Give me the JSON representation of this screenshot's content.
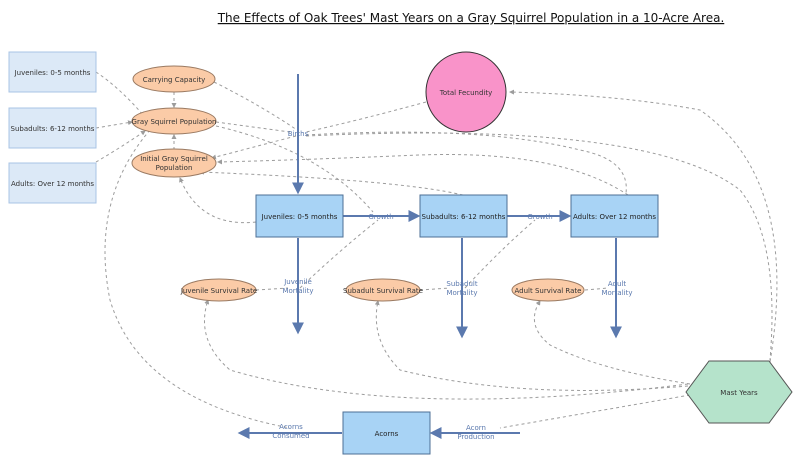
{
  "title": "The Effects of Oak Trees' Mast Years on a Gray Squirrel Population in a 10-Acre Area.",
  "inputs": {
    "juveniles": "Juveniles: 0-5 months",
    "subadults": "Subadults: 6-12 months",
    "adults": "Adults: Over 12 months"
  },
  "converters": {
    "carrying_capacity": "Carrying Capacity",
    "gray_squirrel_population": "Gray Squirrel Population",
    "initial_population": [
      "Initial Gray Squirrel",
      "Population"
    ],
    "juvenile_survival": "Juvenile Survival Rate",
    "subadult_survival": "Subadult Survival Rate",
    "adult_survival": "Adult Survival Rate"
  },
  "total_fecundity": "Total Fecundity",
  "stocks": {
    "juveniles": "Juveniles: 0-5 months",
    "subadults": "Subadults: 6-12 months",
    "adults": "Adults: Over 12 months",
    "acorns": "Acorns"
  },
  "flows": {
    "births": "Births",
    "growth1": "Growth",
    "growth2": "Growth",
    "juvenile_mortality": [
      "Juvenile",
      "Mortality"
    ],
    "subadult_mortality": [
      "Subadult",
      "Mortality"
    ],
    "adult_mortality": [
      "Adult",
      "Mortality"
    ],
    "acorns_consumed": [
      "Acorns",
      "Consumed"
    ],
    "acorn_production": [
      "Acorn",
      "Production"
    ]
  },
  "mast_years": "Mast Years",
  "colors": {
    "input_fill": "#dce9f7",
    "input_stroke": "#a9c4e4",
    "converter_fill": "#fbcba7",
    "converter_stroke": "#9a7a62",
    "stock_fill": "#a8d3f5",
    "stock_stroke": "#4d6f95",
    "flow": "#5b79ae",
    "fecundity_fill": "#f993c9",
    "mast_fill": "#b5e3cb",
    "link": "#9c9c9c"
  }
}
